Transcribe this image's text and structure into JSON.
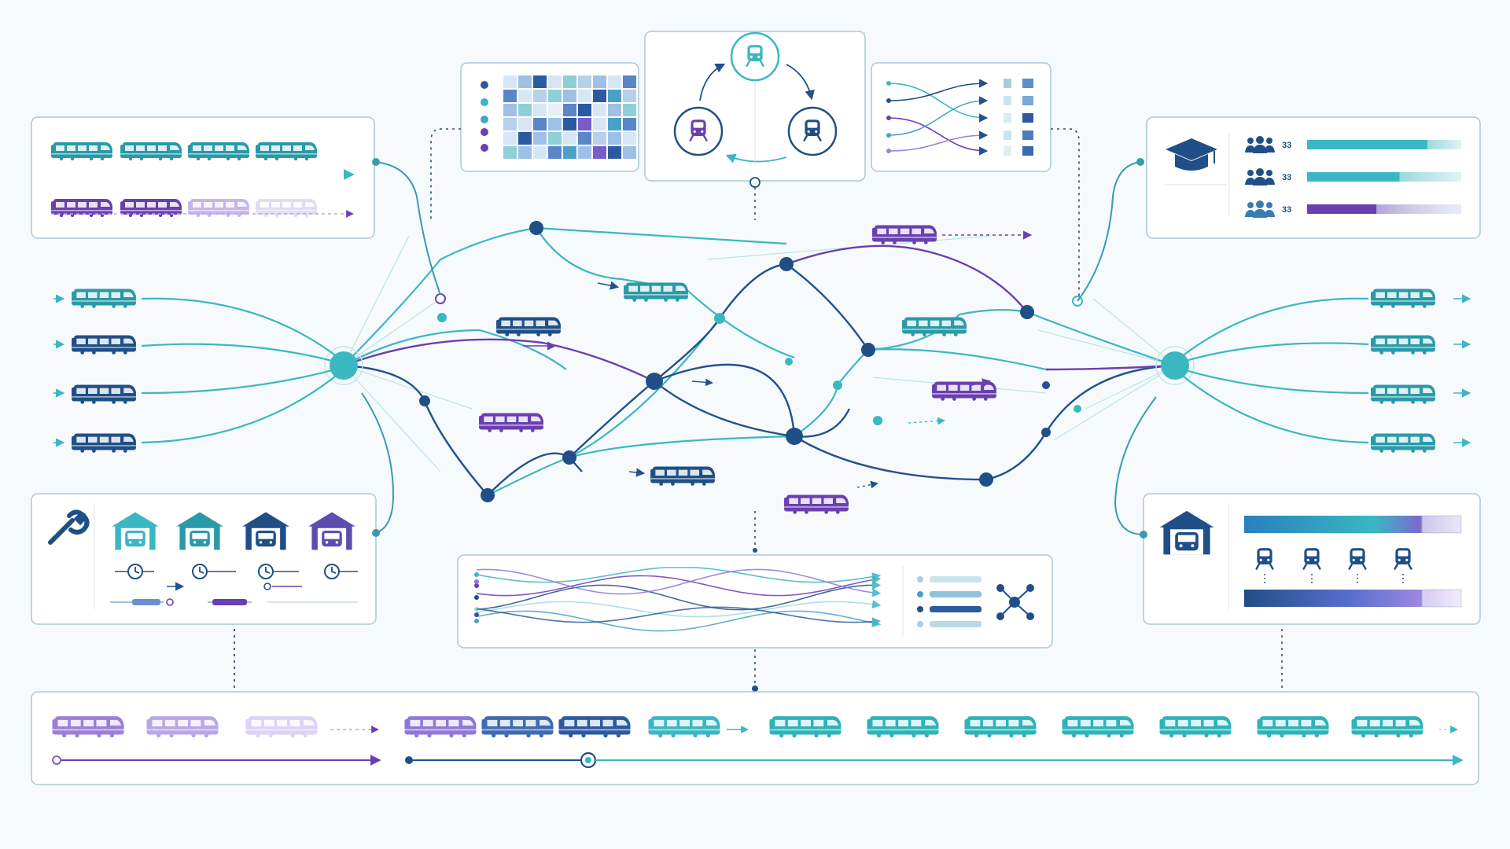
{
  "colors": {
    "teal": "#3ab7c2",
    "teal_dark": "#2a9aa8",
    "navy": "#1f4f86",
    "purple": "#6a3fb0",
    "lavender": "#b9a6e6",
    "panel_border": "#a9c8d6"
  },
  "crew_panel": {
    "rows": [
      {
        "count": "33",
        "color": "#3ab7c2",
        "fill": 0.78
      },
      {
        "count": "33",
        "color": "#3ab7c2",
        "fill": 0.6
      },
      {
        "count": "33",
        "color": "#6a3fb0",
        "fill": 0.45
      }
    ],
    "icons": [
      "graduation-cap-icon",
      "crew-group-icon"
    ]
  },
  "icons": {
    "maintenance": "wrench-icon",
    "depot": "depot-garage-icon",
    "train": "train-icon",
    "clock": "clock-icon",
    "network": "network-node-icon",
    "cycle": "rotation-cycle-icon"
  },
  "hubs": {
    "left_hub": "origin-hub",
    "right_hub": "destination-hub"
  },
  "fleet_timeline": {
    "retired_trains": 3,
    "transition_trains": 4,
    "active_trains": 7,
    "progress": 0.15
  }
}
